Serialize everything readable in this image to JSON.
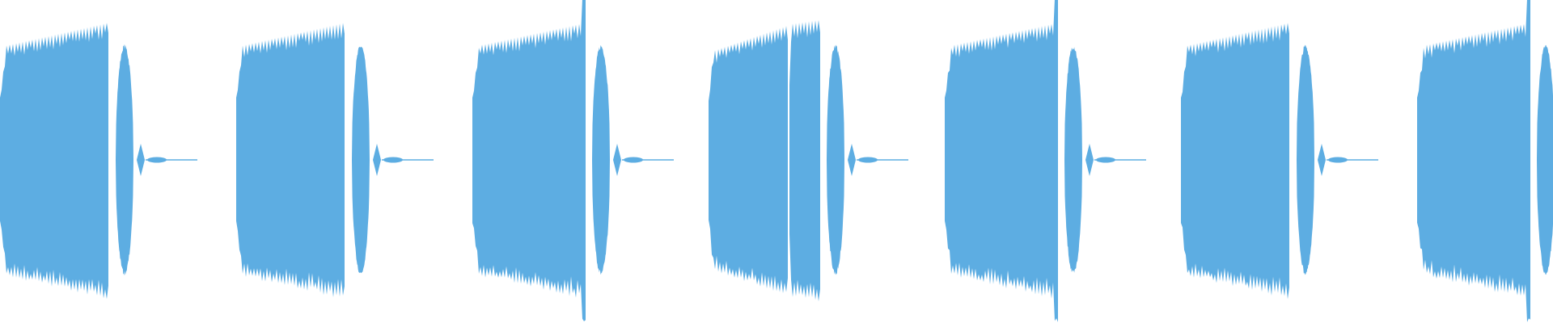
{
  "waveform": {
    "color": "#5dade2",
    "background": "#ffffff",
    "clip_count": 7,
    "segments": [
      {
        "type": "burst",
        "amplitude": [
          0.7,
          0.85
        ],
        "peak_at_end": false
      },
      {
        "type": "pulse",
        "amplitude": 0.72
      },
      {
        "type": "blip",
        "amplitude": 0.1
      },
      {
        "type": "tail",
        "amplitude": 0.015
      }
    ],
    "clips": [
      {
        "burst_peak": false,
        "split": false,
        "truncated": false
      },
      {
        "burst_peak": false,
        "split": false,
        "truncated": false
      },
      {
        "burst_peak": true,
        "split": false,
        "truncated": false
      },
      {
        "burst_peak": false,
        "split": true,
        "truncated": false
      },
      {
        "burst_peak": true,
        "split": false,
        "truncated": false
      },
      {
        "burst_peak": false,
        "split": false,
        "truncated": false
      },
      {
        "burst_peak": true,
        "split": false,
        "truncated": true
      }
    ]
  }
}
